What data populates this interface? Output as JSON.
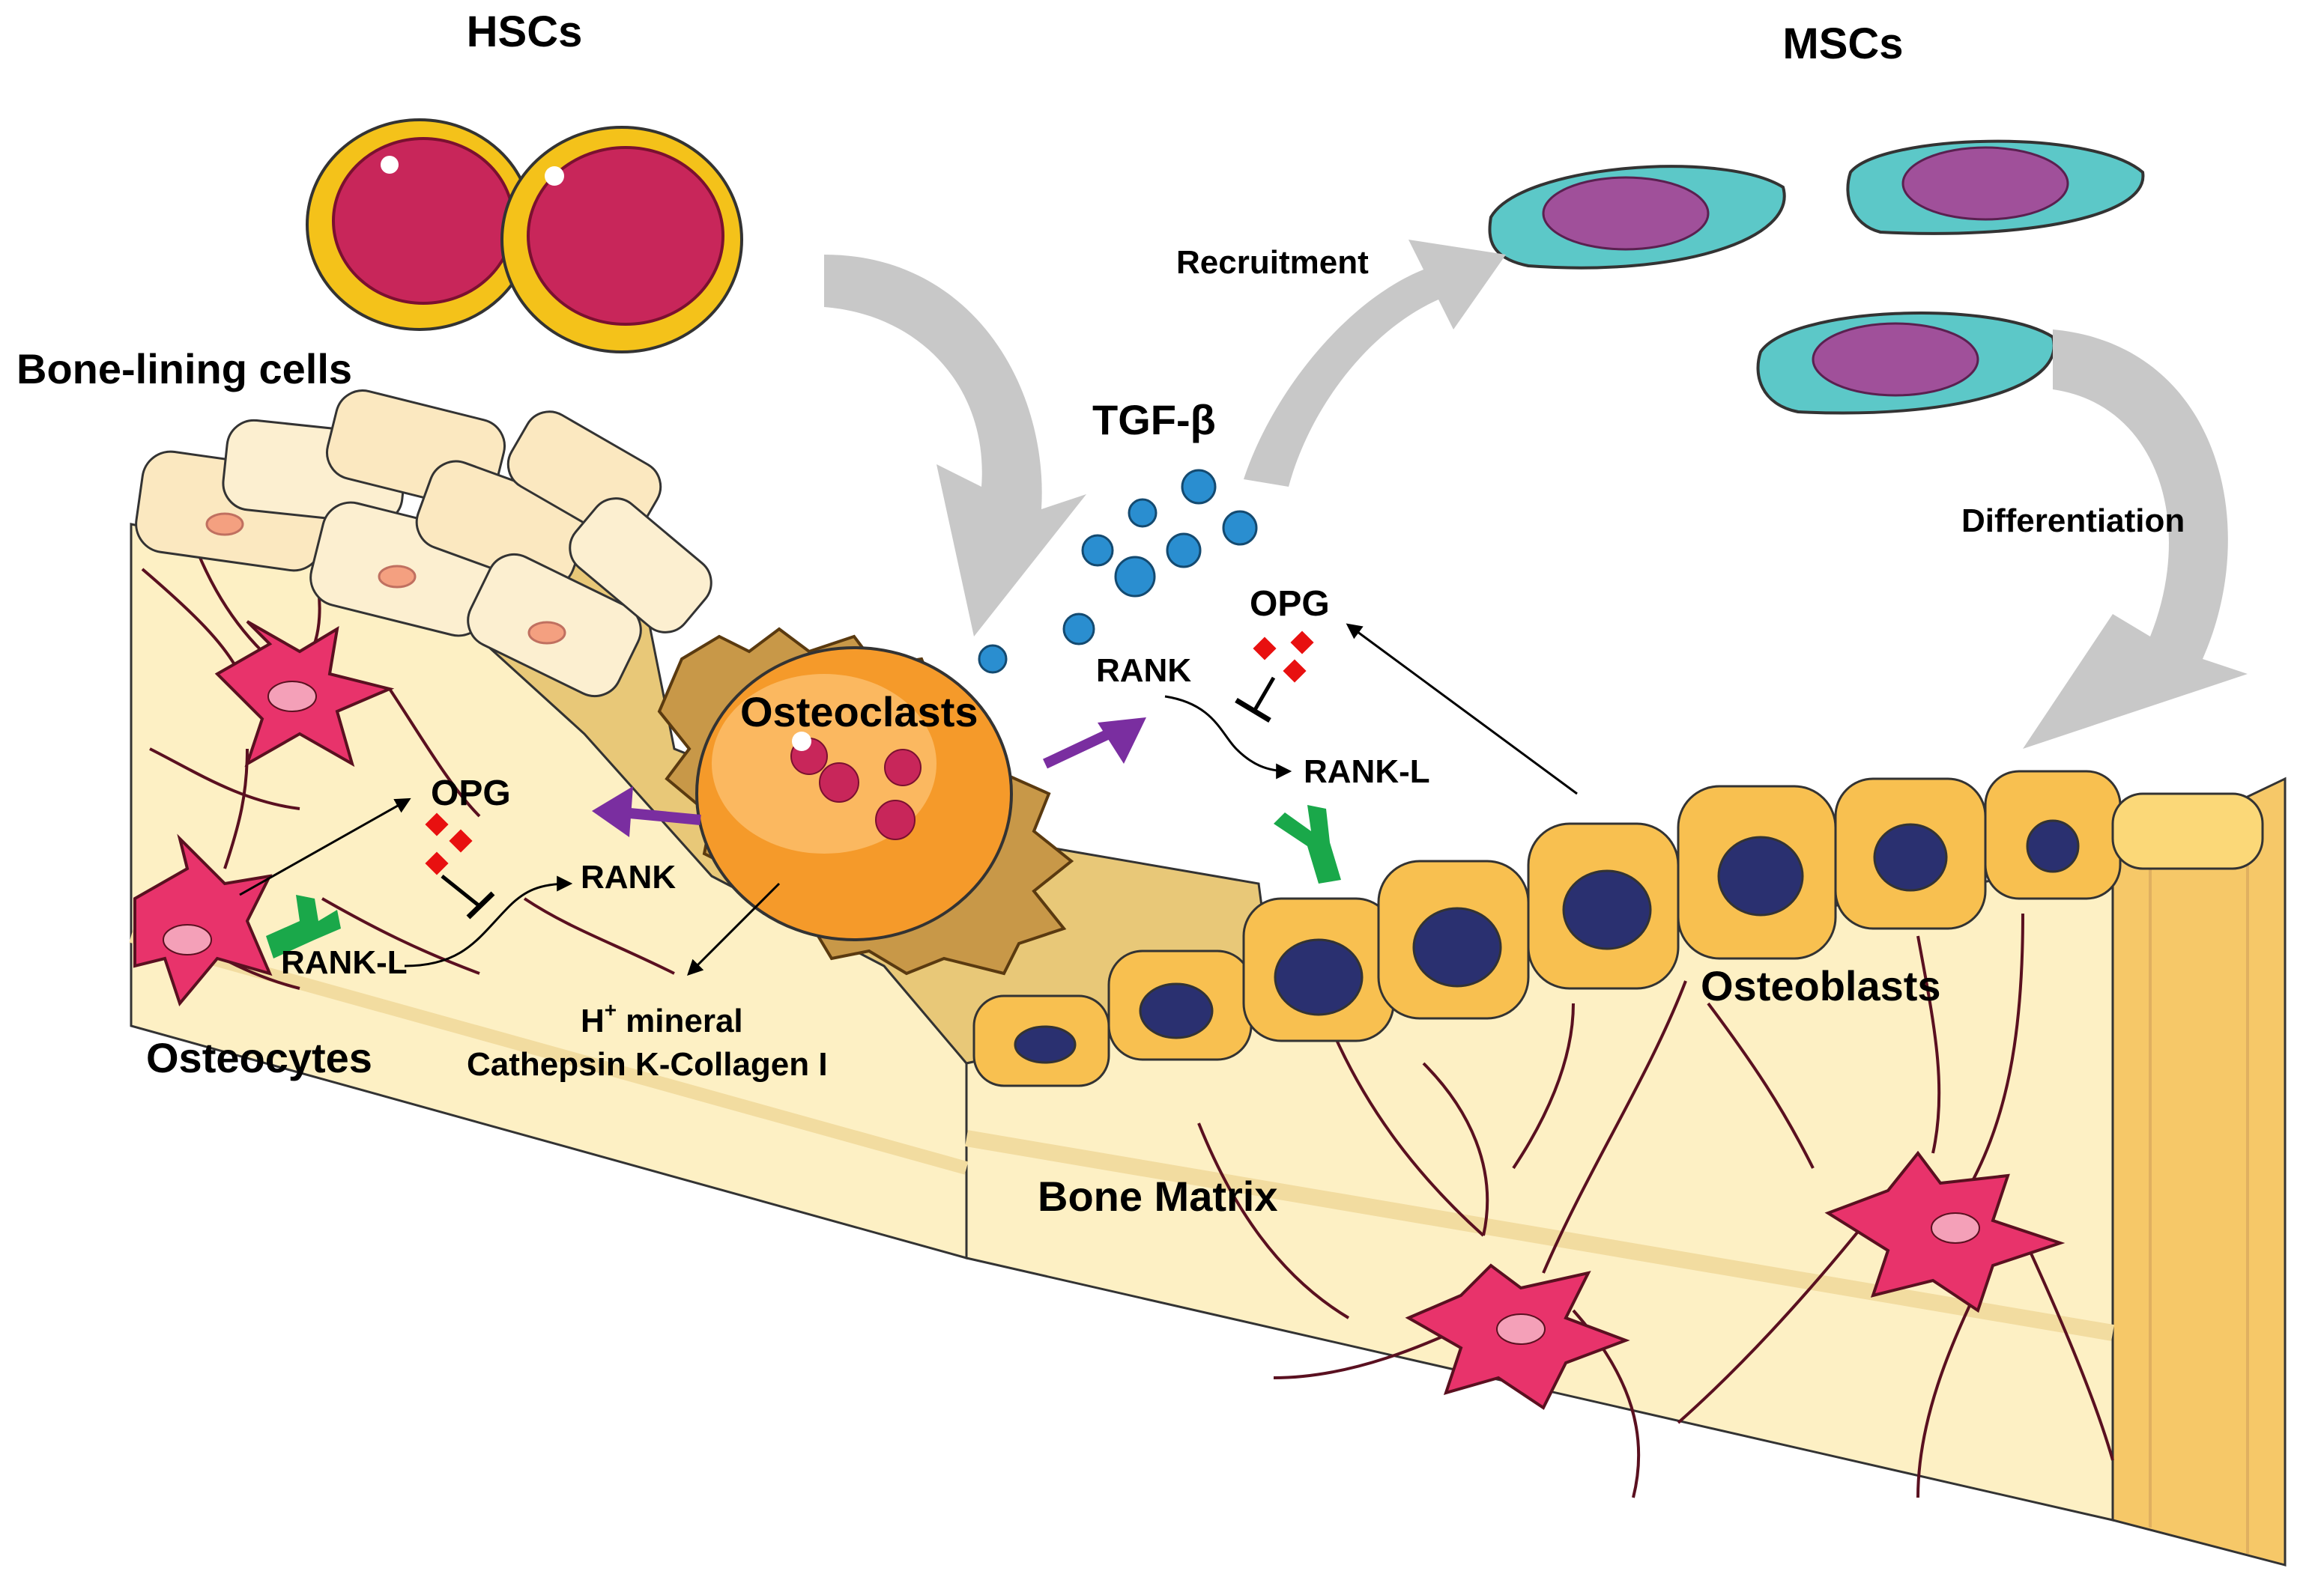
{
  "labels": {
    "hscs": "HSCs",
    "mscs": "MSCs",
    "bone_lining_cells": "Bone-lining cells",
    "tgf_beta": "TGF-β",
    "recruitment": "Recruitment",
    "differentiation": "Differentiation",
    "osteoclasts": "Osteoclasts",
    "osteoblasts": "Osteoblasts",
    "osteocytes": "Osteocytes",
    "bone_matrix": "Bone Matrix",
    "opg_left": "OPG",
    "rank_left": "RANK",
    "rankl_left": "RANK-L",
    "opg_right": "OPG",
    "rank_right": "RANK",
    "rankl_right": "RANK-L",
    "h_ion": "H",
    "h_superscript": "+",
    "mineral": "mineral",
    "cathepsin": "Cathepsin K-Collagen I"
  },
  "colors": {
    "bone_light": "#fdf0c4",
    "bone_mid": "#f6dc9a",
    "bone_dark": "#e8c878",
    "canal_line": "#5a1020",
    "osteocyte": "#e8336b",
    "hsc_nucleus": "#c8265a",
    "hsc_rim": "#f4c21a",
    "msc_body": "#5cc8c8",
    "msc_nucleus": "#a0509a",
    "osteoblast": "#f8c050",
    "osteoblast_nucleus": "#2a3070",
    "osteoclast": "#f59a2a",
    "tgf_dot": "#2a8ed0",
    "opg_red": "#e81010",
    "rankl_green": "#1aa84a",
    "arrow_purple": "#7a2ea0",
    "arrow_grey": "#c8c8c8"
  }
}
